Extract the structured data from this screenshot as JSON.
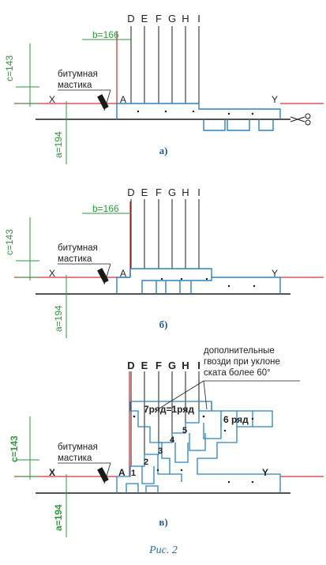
{
  "letters": [
    "D",
    "E",
    "F",
    "G",
    "H",
    "I"
  ],
  "point_a": "A",
  "point_x": "X",
  "point_y": "Y",
  "dim_b": "b=166",
  "dim_c": "c=143",
  "dim_a": "a=194",
  "mastic_line1": "битумная",
  "mastic_line2": "мастика",
  "captions": [
    "а)",
    "б)",
    "в)"
  ],
  "note_line1": "дополнительные",
  "note_line2": "гвозди при уклоне",
  "note_line3": "ската более 60°",
  "row_7_1": "7ряд=1ряд",
  "row_6": "6 ряд",
  "row_numbers": [
    "1",
    "2",
    "3",
    "4",
    "5"
  ],
  "figure_caption": "Рис. 2",
  "colors": {
    "red": "#d8343c",
    "green": "#2f9a3c",
    "blue": "#2b82c0",
    "black": "#1a1a1a"
  }
}
